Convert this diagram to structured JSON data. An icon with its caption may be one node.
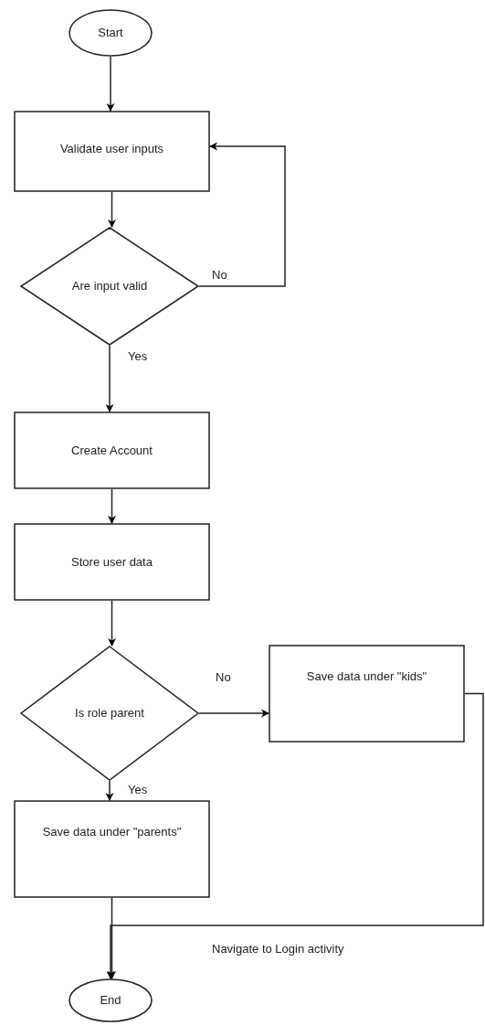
{
  "diagram": {
    "nodes": [
      {
        "text": [
          "Start"
        ]
      },
      {
        "text": [
          "Validate user inputs"
        ]
      },
      {
        "text": [
          "Are input valid"
        ]
      },
      {
        "text": [
          "Create Account"
        ]
      },
      {
        "text": [
          "Store user data"
        ]
      },
      {
        "text": [
          "Is role parent"
        ]
      },
      {
        "text": [
          "Save data under \"kids\""
        ]
      },
      {
        "text": [
          "Save data under \"parents\""
        ]
      },
      {
        "text": [
          "End"
        ]
      }
    ],
    "edges": [
      {
        "from": 0,
        "to": 1,
        "arrow": "to"
      },
      {
        "from": 1,
        "to": 2,
        "arrow": "to"
      },
      {
        "from": 2,
        "to": 1,
        "arrow": "to",
        "label": "No"
      },
      {
        "from": 2,
        "to": 3,
        "arrow": "to",
        "label": "Yes"
      },
      {
        "from": 3,
        "to": 4,
        "arrow": "to"
      },
      {
        "from": 4,
        "to": 5,
        "arrow": "to"
      },
      {
        "from": 5,
        "to": 6,
        "arrow": "to",
        "label": "No"
      },
      {
        "from": 5,
        "to": 7,
        "arrow": "to",
        "label": "Yes"
      },
      {
        "from": 7,
        "to": 8,
        "arrow": "to"
      },
      {
        "from": 6,
        "to": 8,
        "arrow": "to",
        "label": "Navigate to Login activity"
      }
    ]
  }
}
